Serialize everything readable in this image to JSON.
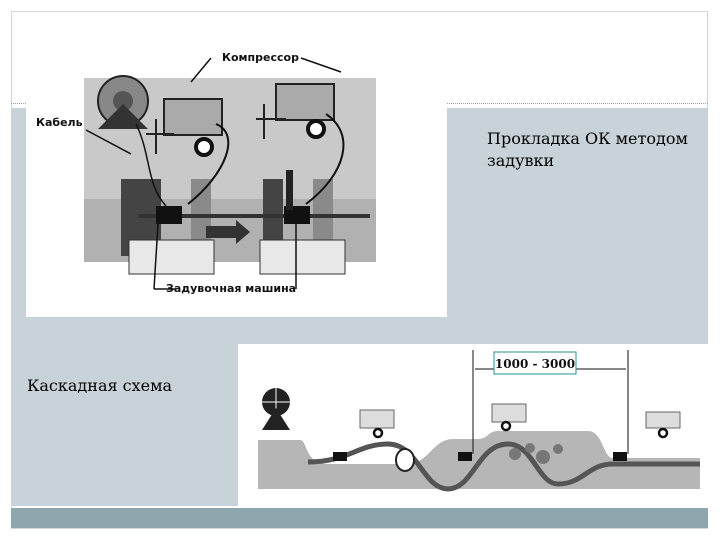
{
  "slide": {
    "caption_top": "Прокладка ОК методом задувки",
    "caption_bottom": "Каскадная схема"
  },
  "diagram1": {
    "label_compressor": "Компрессор",
    "label_cable": "Кабель",
    "label_machine": "Задувочная машина"
  },
  "diagram2": {
    "distance_label": "1000 - 3000"
  }
}
